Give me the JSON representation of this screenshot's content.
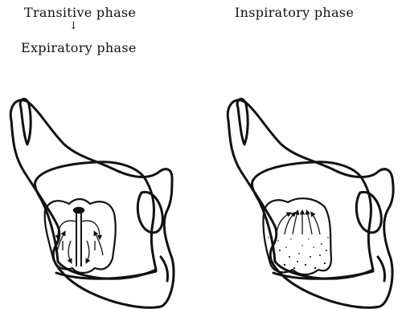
{
  "labels": {
    "transitive": "Transitive phase",
    "arrow": "↓",
    "expiratory": "Expiratory phase",
    "inspiratory": "Inspiratory phase"
  }
}
